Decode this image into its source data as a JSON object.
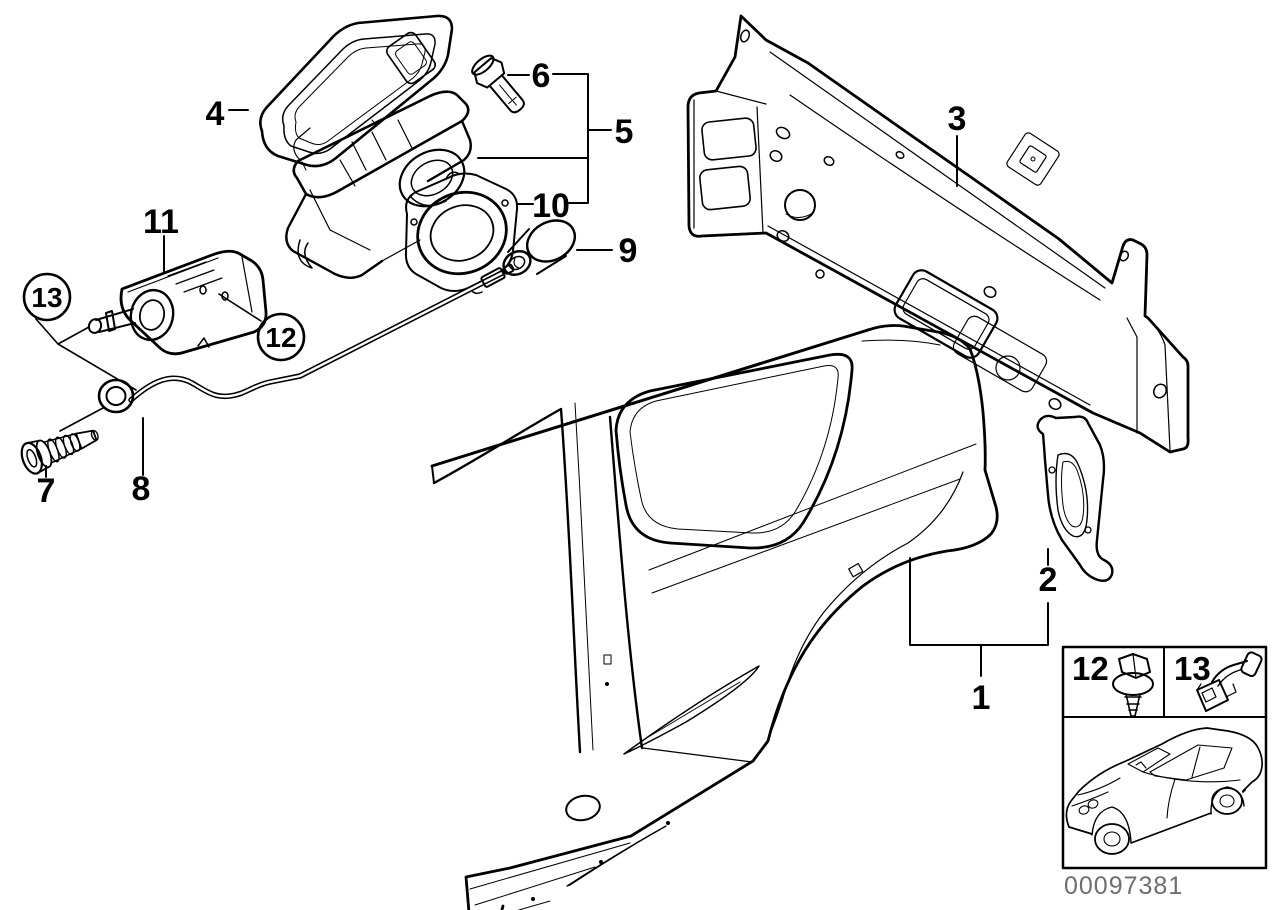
{
  "callouts": {
    "n1": "1",
    "n2": "2",
    "n3": "3",
    "n4": "4",
    "n5": "5",
    "n6": "6",
    "n7": "7",
    "n8": "8",
    "n9": "9",
    "n10": "10",
    "n11": "11",
    "n12": "12",
    "n13": "13"
  },
  "legend": {
    "items": [
      {
        "label": "12",
        "icon": "hex-screw-icon"
      },
      {
        "label": "13",
        "icon": "cable-clip-icon"
      }
    ],
    "car_icon": "car-three-quarter-icon"
  },
  "doc_number": "00097381",
  "colors": {
    "line": "#000000",
    "background": "#ffffff",
    "doc_number": "#6e6e6e"
  }
}
